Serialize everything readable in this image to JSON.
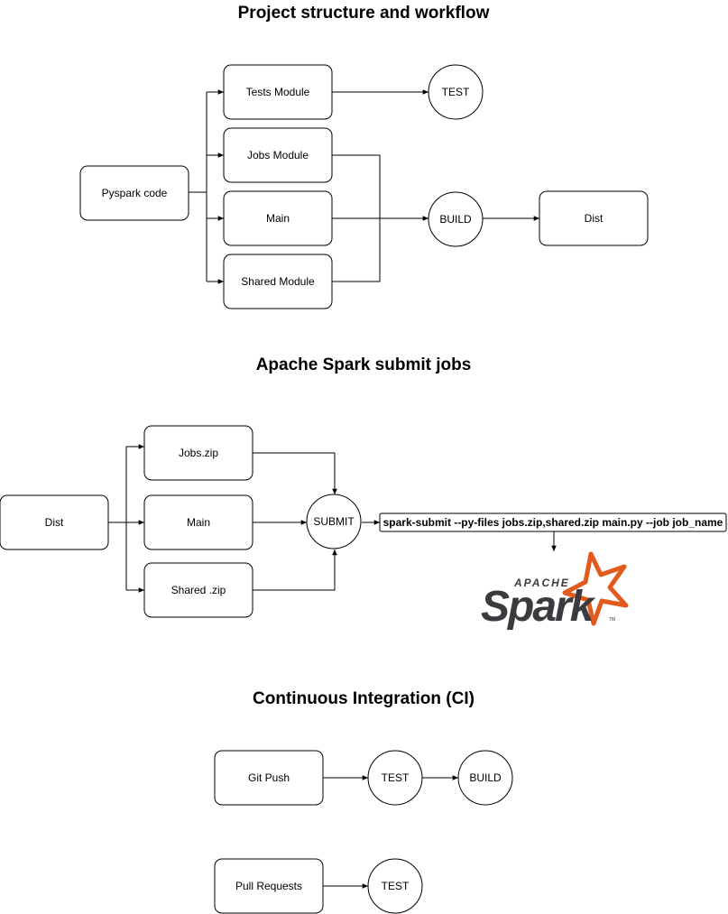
{
  "sections": {
    "project": {
      "title": "Project structure and workflow",
      "nodes": {
        "pyspark_code": "Pyspark code",
        "tests_module": "Tests Module",
        "jobs_module": "Jobs Module",
        "main": "Main",
        "shared_module": "Shared Module",
        "test": "TEST",
        "build": "BUILD",
        "dist": "Dist"
      }
    },
    "spark_submit": {
      "title": "Apache Spark submit jobs",
      "nodes": {
        "dist": "Dist",
        "jobs_zip": "Jobs.zip",
        "main": "Main",
        "shared_zip": "Shared .zip",
        "submit": "SUBMIT",
        "command": "spark-submit --py-files jobs.zip,shared.zip main.py --job job_name"
      },
      "logo": {
        "apache": "APACHE",
        "spark": "Spark",
        "tm": "TM",
        "accent_color": "#e25a1c",
        "text_color": "#3c3a3e"
      }
    },
    "ci": {
      "title": "Continuous Integration (CI)",
      "nodes": {
        "git_push": "Git Push",
        "test_push": "TEST",
        "build_push": "BUILD",
        "pull_requests": "Pull Requests",
        "test_pr": "TEST"
      }
    }
  }
}
